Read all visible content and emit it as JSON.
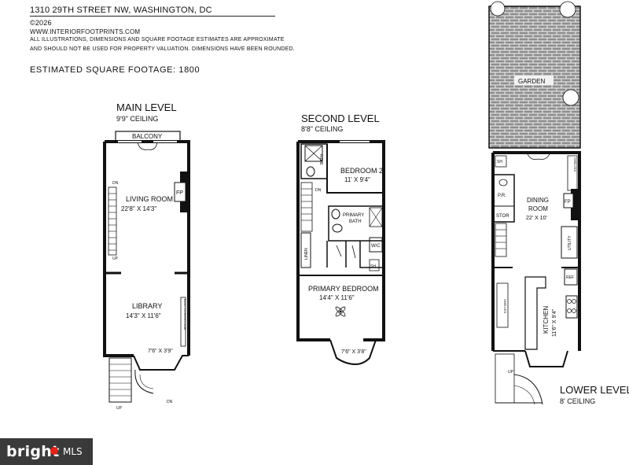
{
  "header": {
    "address": "1310 29TH STREET NW, WASHINGTON, DC",
    "copyright": "©2026",
    "website": "WWW.INTERIORFOOTPRINTS.COM",
    "disclaimer_1": "ALL ILLUSTRATIONS, DIMENSIONS AND SQUARE FOOTAGE ESTIMATES ARE APPROXIMATE",
    "disclaimer_2": "AND SHOULD NOT BE USED FOR PROPERTY VALUATION. DIMENSIONS HAVE BEEN ROUNDED.",
    "square_footage": "ESTIMATED SQUARE FOOTAGE: 1800"
  },
  "levels": {
    "main": {
      "title": "MAIN LEVEL",
      "ceiling": "9'9\" CEILING",
      "balcony": "BALCONY",
      "fp": "FP",
      "living_room": "LIVING ROOM",
      "living_room_dim": "22'8\" X 14'3\"",
      "library": "LIBRARY",
      "library_dim": "14'3\" X 11'6\"",
      "bookcase": "BUILT-IN BOOKCASE",
      "bay_dim": "7'6\" X 3'9\"",
      "up": "UP",
      "dn": "DN"
    },
    "second": {
      "title": "SECOND LEVEL",
      "ceiling": "8'8\" CEILING",
      "bath": "BATH",
      "bedroom2": "BEDROOM 2",
      "bedroom2_dim": "11' X 9'4\"",
      "primary_bath_1": "PRIMARY",
      "primary_bath_2": "BATH",
      "wic": "W/C",
      "linen": "LINEN",
      "sh": "SH",
      "dn": "DN",
      "primary_bedroom": "PRIMARY BEDROOM",
      "primary_bedroom_dim": "14'4\" X 11'6\"",
      "bay_dim": "7'6\" X 3'8\""
    },
    "lower": {
      "title": "LOWER LEVEL",
      "ceiling": "8' CEILING",
      "garden": "GARDEN",
      "sh": "SH",
      "shelves": "SHELVES",
      "pr": "P.R.",
      "stor": "STOR",
      "dining_room": "DINING",
      "dining_room_2": "ROOM",
      "dining_dim": "22' X 10'",
      "fp": "FP",
      "utility": "UTILITY",
      "ref": "REF",
      "kitchen": "KITCHEN",
      "kitchen_dim": "11'6\" X 9'4\"",
      "up": "UP"
    }
  },
  "brand": {
    "name": "bright",
    "suffix": "MLS",
    "accent_color": "#e2231a"
  }
}
